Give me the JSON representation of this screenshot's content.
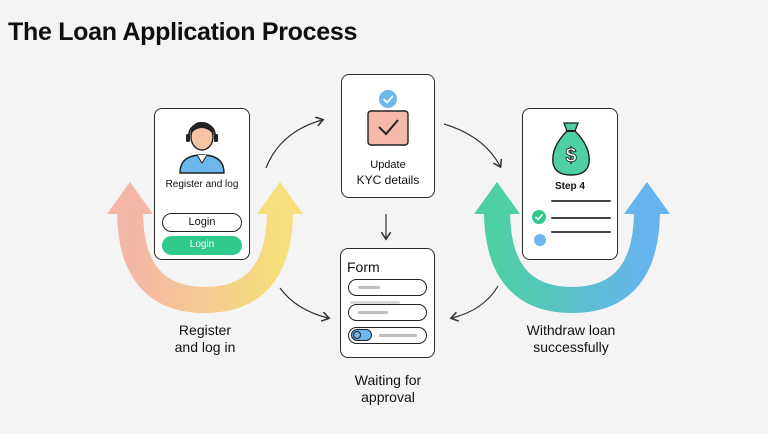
{
  "title": "The Loan Application Process",
  "steps": {
    "register": {
      "card_text": "Register and log",
      "login_outline": "Login",
      "login_filled": "Login",
      "caption_line1": "Register",
      "caption_line2": "and log in"
    },
    "kyc": {
      "line1": "Update",
      "line2": "KYC details"
    },
    "form": {
      "heading": "Form",
      "caption_line1": "Waiting for",
      "caption_line2": "approval"
    },
    "withdraw": {
      "card_text": "Step 4",
      "caption_line1": "Withdraw loan",
      "caption_line2": "successfully"
    }
  },
  "icons": {
    "user": "user-avatar-icon",
    "check_badge": "check-badge-icon",
    "document": "document-check-icon",
    "money_bag": "money-bag-icon",
    "check_circle": "check-circle-icon",
    "toggle": "toggle-icon"
  },
  "colors": {
    "green": "#2ec98b",
    "blue": "#5aaee8",
    "orange_arrow_start": "#f2b8a6",
    "orange_arrow_end": "#f5dc7a",
    "teal_arrow_start": "#4fd0a6",
    "teal_arrow_end": "#62b6ea",
    "kyc_doc": "#f4b9a8"
  }
}
